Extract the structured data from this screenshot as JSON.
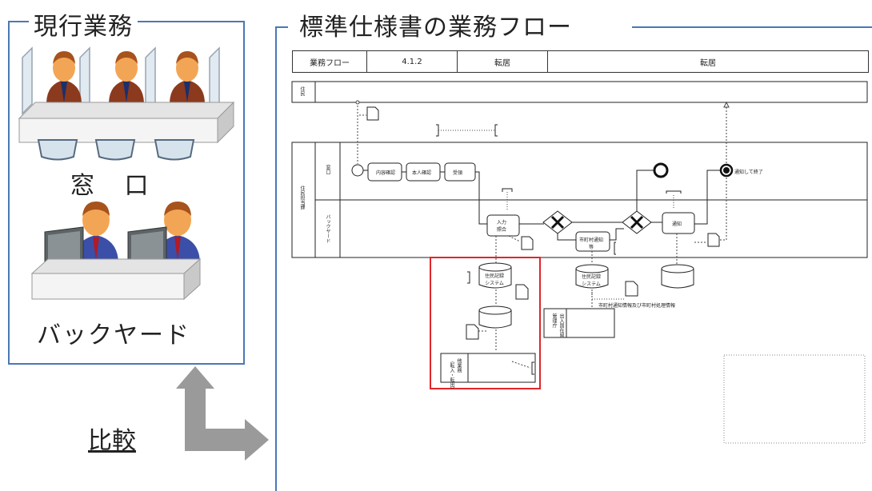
{
  "left_panel": {
    "title": "現行業務",
    "counter_label": "窓 口",
    "backyard_label": "バックヤード"
  },
  "comparison": {
    "label": "比較"
  },
  "right_panel": {
    "title": "標準仕様書の業務フロー",
    "header": {
      "c1": "業務フロー",
      "c2": "4.1.2",
      "c3": "転居",
      "c4": "転居"
    },
    "pool_resident": "住民",
    "pool_dept": "住民担当課",
    "lane_counter": "窓口",
    "lane_backyard": "バックヤード",
    "tasks": {
      "t1": "内容確認",
      "t2": "本人確認",
      "t3": "受領",
      "t4": "入力\n照合",
      "t5": "市町村通知\n等",
      "t6": "通知",
      "t7": "通知して終了"
    },
    "datastores": {
      "ds1": "住民記録\nシステム",
      "ds2": "住民記録\nシステム"
    },
    "annotations": {
      "a1": "市町村通知情報及び市町村処理情報"
    },
    "boxes": {
      "b1": "他業務\n（転入・転出）",
      "b2": "出入国在留\n管理庁"
    }
  },
  "colors": {
    "panel_border": "#4a78b5",
    "highlight": "#e0262a",
    "arrow_gray": "#9a9a9a"
  }
}
